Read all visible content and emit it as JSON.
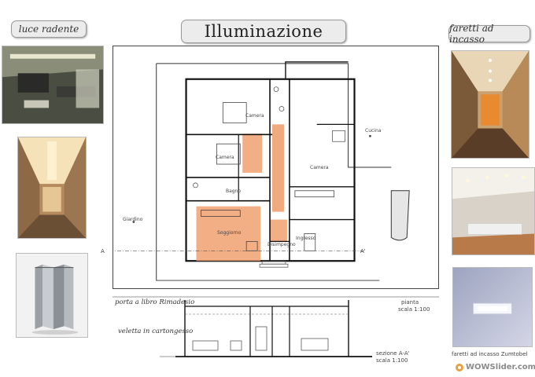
{
  "title": "Illuminazione",
  "labels": {
    "left_top": "luce radente",
    "right_top": "faretti ad incasso"
  },
  "annotations": {
    "door": "porta a libro Rimadesio",
    "veletta": "veletta in cartongesso",
    "faretti_zumtobel": "faretti ad incasso Zumtobel"
  },
  "plan": {
    "view_label": "pianta",
    "view_scale": "scala 1:100",
    "section_label": "sezione A-A'",
    "section_scale": "scala 1:100",
    "cut_left": "A",
    "cut_right": "A'",
    "rooms": {
      "camera1": "Camera",
      "camera2": "Camera",
      "camera3": "Camera",
      "soggiorno": "Soggiorno",
      "cucina": "Cucina",
      "bagno": "Bagno",
      "disimpegno": "Disimpegno",
      "giardino": "Giardino",
      "ingresso": "Ingresso"
    }
  },
  "colors": {
    "highlight": "#f0a070",
    "highlight_dark": "#e08850"
  },
  "watermark": "WOWSlider.com",
  "icons": [
    "wowslider-icon"
  ]
}
